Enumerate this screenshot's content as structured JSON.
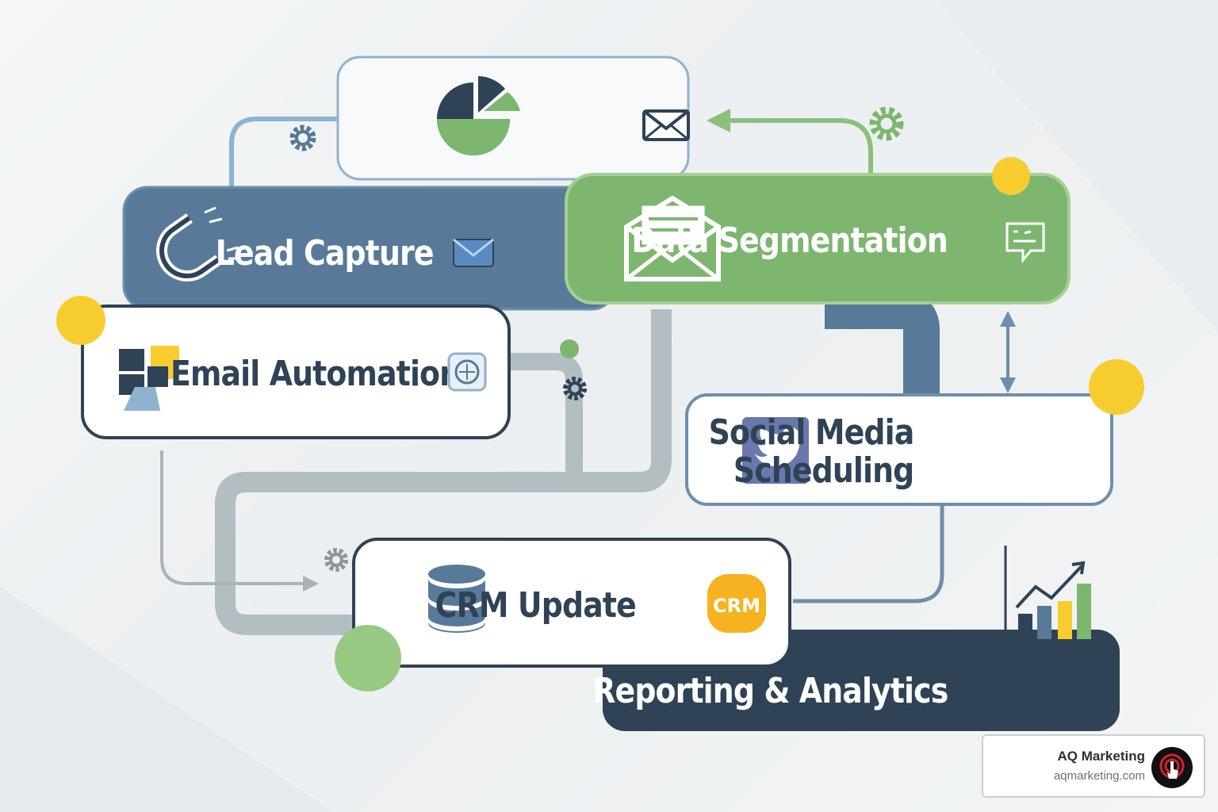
{
  "nodes": {
    "lead_capture": "Lead Capture",
    "data_segmentation": "Data Segmentation",
    "email_automation": "Email Automation",
    "social_media_line1": "Social Media",
    "social_media_line2": "Scheduling",
    "crm_update": "CRM Update",
    "crm_badge": "CRM",
    "reporting_analytics": "Reporting & Analytics"
  },
  "brand": {
    "name": "AQ Marketing",
    "url": "aqmarketing.com"
  },
  "colors": {
    "navy": "#2f4256",
    "steel_blue": "#587a98",
    "green": "#7db66f",
    "yellow": "#f7cc2e",
    "gray_track": "#b3bec2",
    "light_blue": "#8fb2cf"
  }
}
